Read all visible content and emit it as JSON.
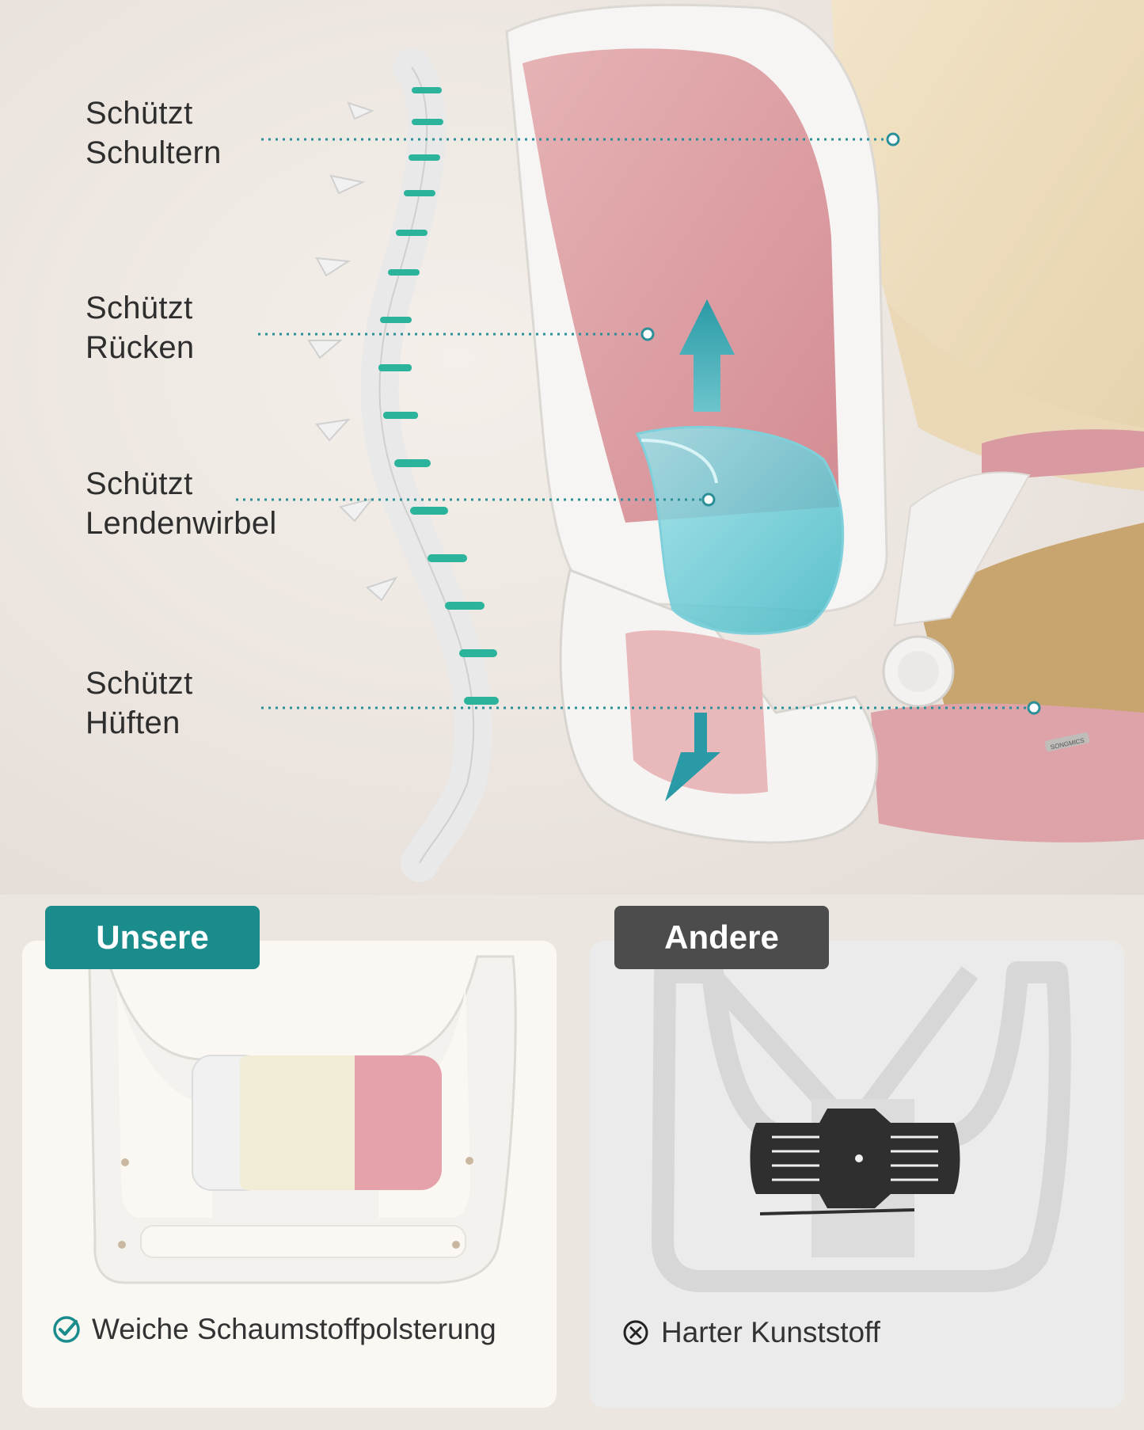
{
  "labels": {
    "shoulders": [
      "Schützt",
      "Schultern"
    ],
    "back": [
      "Schützt",
      "Rücken"
    ],
    "lumbar": [
      "Schützt",
      "Lendenwirbel"
    ],
    "hips": [
      "Schützt",
      "Hüften"
    ]
  },
  "comparison": {
    "ours": {
      "tag": "Unsere",
      "caption": "Weiche Schaumstoffpolsterung",
      "icon": "check-circle-icon"
    },
    "other": {
      "tag": "Andere",
      "caption": "Harter Kunststoff",
      "icon": "x-circle-icon"
    }
  },
  "chair_brand": "SONGMICS",
  "colors": {
    "accent_teal": "#1b8c8c",
    "other_gray": "#4c4c4c",
    "mesh_pink": "#d99a9f"
  }
}
